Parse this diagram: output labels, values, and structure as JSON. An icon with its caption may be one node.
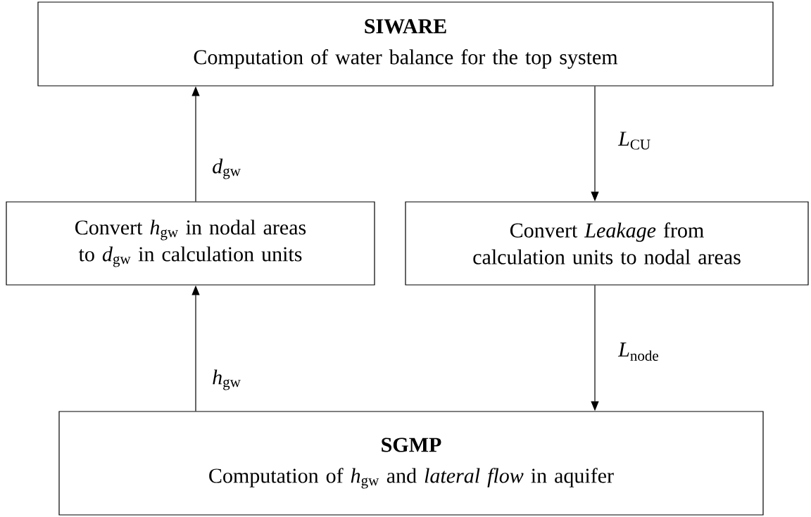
{
  "diagram": {
    "nodes": [
      {
        "text": [
          "SIWARE",
          "Computation of water balance for the top system"
        ]
      },
      {
        "text": [
          "Convert *h*$_{gw}$ in nodal areas to *d*$_{gw}$ in calculation units"
        ]
      },
      {
        "text": [
          "Convert *Leakage* from calculation units to nodal areas"
        ]
      },
      {
        "text": [
          "SGMP",
          "Computation of *h*$_{gw}$ and *lateral flow* in aquifer"
        ]
      }
    ],
    "edges": [
      {
        "from": 1,
        "to": 0,
        "arrow": "to",
        "label": "*d*$_{gw}$"
      },
      {
        "from": 0,
        "to": 2,
        "arrow": "to",
        "label": "*L*$_{CU}$"
      },
      {
        "from": 3,
        "to": 1,
        "arrow": "to",
        "label": "*h*$_{gw}$"
      },
      {
        "from": 2,
        "to": 3,
        "arrow": "to",
        "label": "*L*$_{node}$"
      }
    ]
  }
}
